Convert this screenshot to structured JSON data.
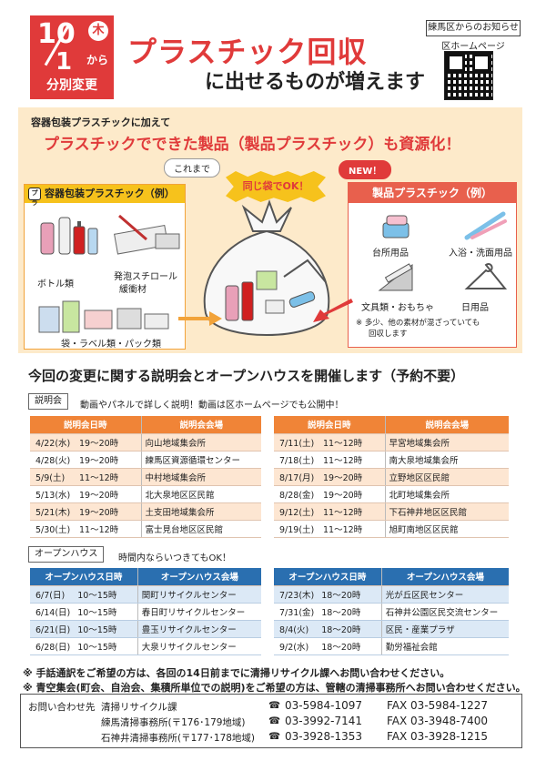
{
  "header": {
    "date_month": "10",
    "date_day": "1",
    "day_of_week": "木",
    "date_from": "から",
    "date_sub": "分別変更",
    "title": "プラスチック回収",
    "subtitle": "に出せるものが増えます",
    "notice": "練馬区からのお知らせ",
    "homepage": "区ホームページ"
  },
  "panel": {
    "pre": "容器包装プラスチックに加えて",
    "headline": "プラスチックでできた製品（製品プラスチック）も資源化！",
    "callout_before": "これまで",
    "callout_new": "NEW！",
    "same_bag": "同じ袋でOK！",
    "left_card": {
      "title": "容器包装プラスチック（例）",
      "icon": "プラ",
      "items": [
        "ボトル類",
        "発泡スチロール",
        "緩衝材",
        "袋・ラベル類・パック類"
      ]
    },
    "right_card": {
      "title": "製品プラスチック（例）",
      "items": [
        "台所用品",
        "入浴・洗面用品",
        "文具類・おもちゃ",
        "日用品"
      ],
      "note_line1": "※ 多少、他の素材が混ざっていても",
      "note_line2": "回収します"
    }
  },
  "section_title": "今回の変更に関する説明会とオープンハウスを開催します（予約不要）",
  "briefing": {
    "tag": "説明会",
    "desc": "動画やパネルで詳しく説明！動画は区ホームページでも公開中！",
    "col_date": "説明会日時",
    "col_venue": "説明会会場",
    "left": [
      {
        "date": "4/22(水)",
        "time": "19～20時",
        "venue": "向山地域集会所"
      },
      {
        "date": "4/28(火)",
        "time": "19～20時",
        "venue": "練馬区資源循環センター"
      },
      {
        "date": "5/9(土)",
        "time": "11～12時",
        "venue": "中村地域集会所"
      },
      {
        "date": "5/13(水)",
        "time": "19～20時",
        "venue": "北大泉地区区民館"
      },
      {
        "date": "5/21(木)",
        "time": "19～20時",
        "venue": "土支田地域集会所"
      },
      {
        "date": "5/30(土)",
        "time": "11～12時",
        "venue": "富士見台地区区民館"
      }
    ],
    "right": [
      {
        "date": "7/11(土)",
        "time": "11～12時",
        "venue": "早宮地域集会所"
      },
      {
        "date": "7/18(土)",
        "time": "11～12時",
        "venue": "南大泉地域集会所"
      },
      {
        "date": "8/17(月)",
        "time": "19～20時",
        "venue": "立野地区区民館"
      },
      {
        "date": "8/28(金)",
        "time": "19～20時",
        "venue": "北町地域集会所"
      },
      {
        "date": "9/12(土)",
        "time": "11～12時",
        "venue": "下石神井地区区民館"
      },
      {
        "date": "9/19(土)",
        "time": "11～12時",
        "venue": "旭町南地区区民館"
      }
    ]
  },
  "openhouse": {
    "tag": "オープンハウス",
    "desc": "時間内ならいつきてもOK！",
    "col_date": "オープンハウス日時",
    "col_venue": "オープンハウス会場",
    "left": [
      {
        "date": "6/7(日)",
        "time": "10～15時",
        "venue": "関町リサイクルセンター"
      },
      {
        "date": "6/14(日)",
        "time": "10～15時",
        "venue": "春日町リサイクルセンター"
      },
      {
        "date": "6/21(日)",
        "time": "10～15時",
        "venue": "豊玉リサイクルセンター"
      },
      {
        "date": "6/28(日)",
        "time": "10～15時",
        "venue": "大泉リサイクルセンター"
      }
    ],
    "right": [
      {
        "date": "7/23(木)",
        "time": "18～20時",
        "venue": "光が丘区民センター"
      },
      {
        "date": "7/31(金)",
        "time": "18～20時",
        "venue": "石神井公園区民交流センター"
      },
      {
        "date": "8/4(火)",
        "time": "18～20時",
        "venue": "区民・産業プラザ"
      },
      {
        "date": "9/2(水)",
        "time": "18～20時",
        "venue": "勤労福祉会館"
      }
    ]
  },
  "footnotes": [
    "※  手話通訳をご希望の方は、各回の14日前までに清掃リサイクル課へお問い合わせください。",
    "※  青空集会(町会、自治会、集積所単位での説明)をご希望の方は、管轄の清掃事務所へお問い合わせください。"
  ],
  "contact": {
    "label": "お問い合わせ先",
    "rows": [
      {
        "name": "清掃リサイクル課",
        "tel": "03-5984-1097",
        "fax": "FAX  03-5984-1227"
      },
      {
        "name": "練馬清掃事務所(〒176･179地域)",
        "tel": "03-3992-7141",
        "fax": "FAX  03-3948-7400"
      },
      {
        "name": "石神井清掃事務所(〒177･178地域)",
        "tel": "03-3928-1353",
        "fax": "FAX  03-3928-1215"
      }
    ],
    "tel_icon": "☎"
  },
  "colors": {
    "red": "#e03a3a",
    "orange": "#f08437",
    "blue": "#2a6fb0",
    "yellow": "#f6c21c",
    "panel": "#fdeaca"
  }
}
